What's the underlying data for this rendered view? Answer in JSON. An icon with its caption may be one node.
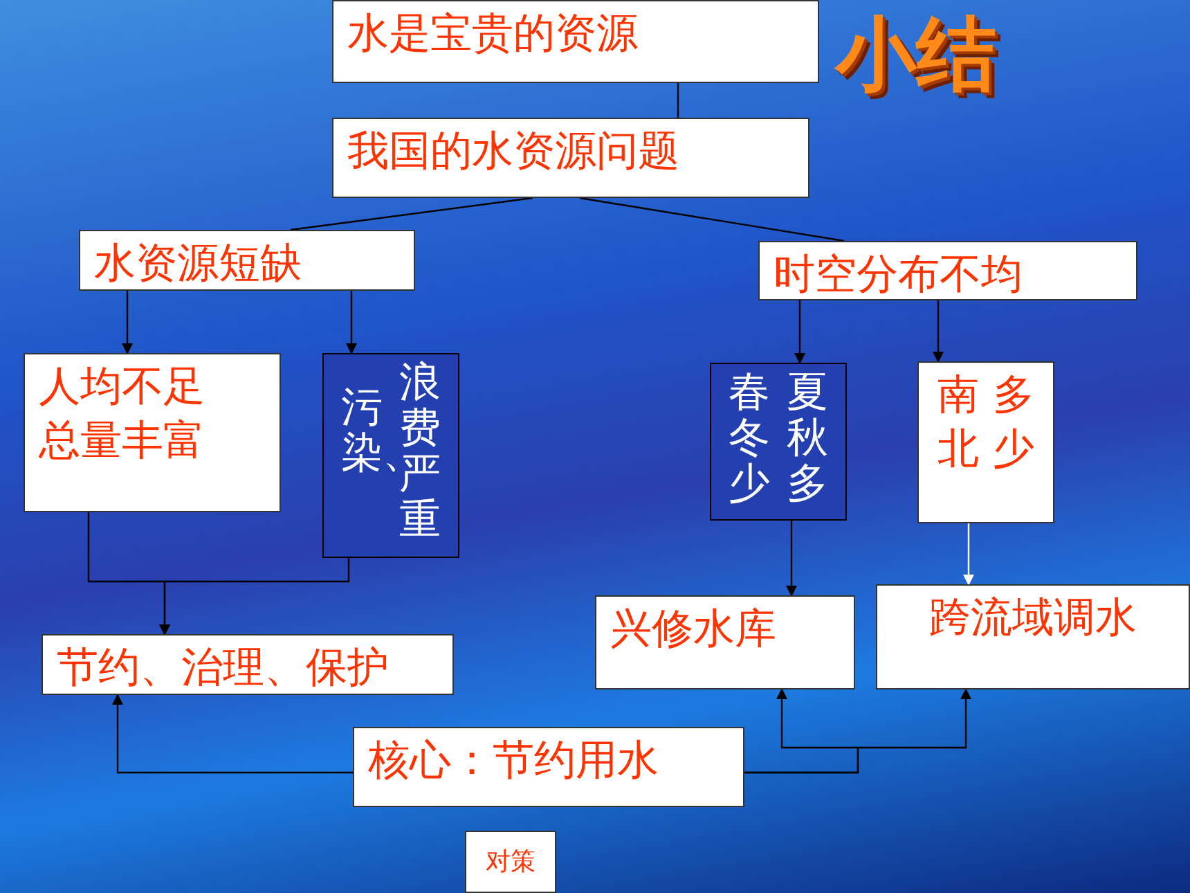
{
  "diagram": {
    "title": "小结",
    "nodes": [
      {
        "text": [
          "水是宝贵的资源"
        ]
      },
      {
        "text": [
          "我国的水资源问题"
        ]
      },
      {
        "text": [
          "水资源短缺"
        ]
      },
      {
        "text": [
          "时空分布不均"
        ]
      },
      {
        "text": [
          "人均不足",
          "总量丰富"
        ]
      },
      {
        "text": [
          "污染、",
          "浪费严重"
        ]
      },
      {
        "text": [
          "春冬少",
          "夏秋多"
        ]
      },
      {
        "text": [
          "南 多",
          "北 少"
        ]
      },
      {
        "text": [
          "兴修水库"
        ]
      },
      {
        "text": [
          "跨流域调水"
        ]
      },
      {
        "text": [
          "节约、治理、保护"
        ]
      },
      {
        "text": [
          "核心：节约用水"
        ]
      },
      {
        "text": [
          "对策"
        ]
      }
    ],
    "edges": [
      {
        "from": 0,
        "to": 1,
        "arrow": "none"
      },
      {
        "from": 1,
        "to": 2,
        "arrow": "none"
      },
      {
        "from": 1,
        "to": 3,
        "arrow": "none"
      },
      {
        "from": 2,
        "to": 4,
        "arrow": "to"
      },
      {
        "from": 2,
        "to": 5,
        "arrow": "to"
      },
      {
        "from": 3,
        "to": 6,
        "arrow": "to"
      },
      {
        "from": 3,
        "to": 7,
        "arrow": "to"
      },
      {
        "from": 4,
        "to": 10,
        "arrow": "to"
      },
      {
        "from": 5,
        "to": 10,
        "arrow": "to"
      },
      {
        "from": 6,
        "to": 8,
        "arrow": "to"
      },
      {
        "from": 7,
        "to": 9,
        "arrow": "to",
        "color": "#ffffff"
      },
      {
        "from": 11,
        "to": 10,
        "arrow": "to"
      },
      {
        "from": 11,
        "to": 8,
        "arrow": "to"
      },
      {
        "from": 11,
        "to": 9,
        "arrow": "to"
      }
    ]
  }
}
